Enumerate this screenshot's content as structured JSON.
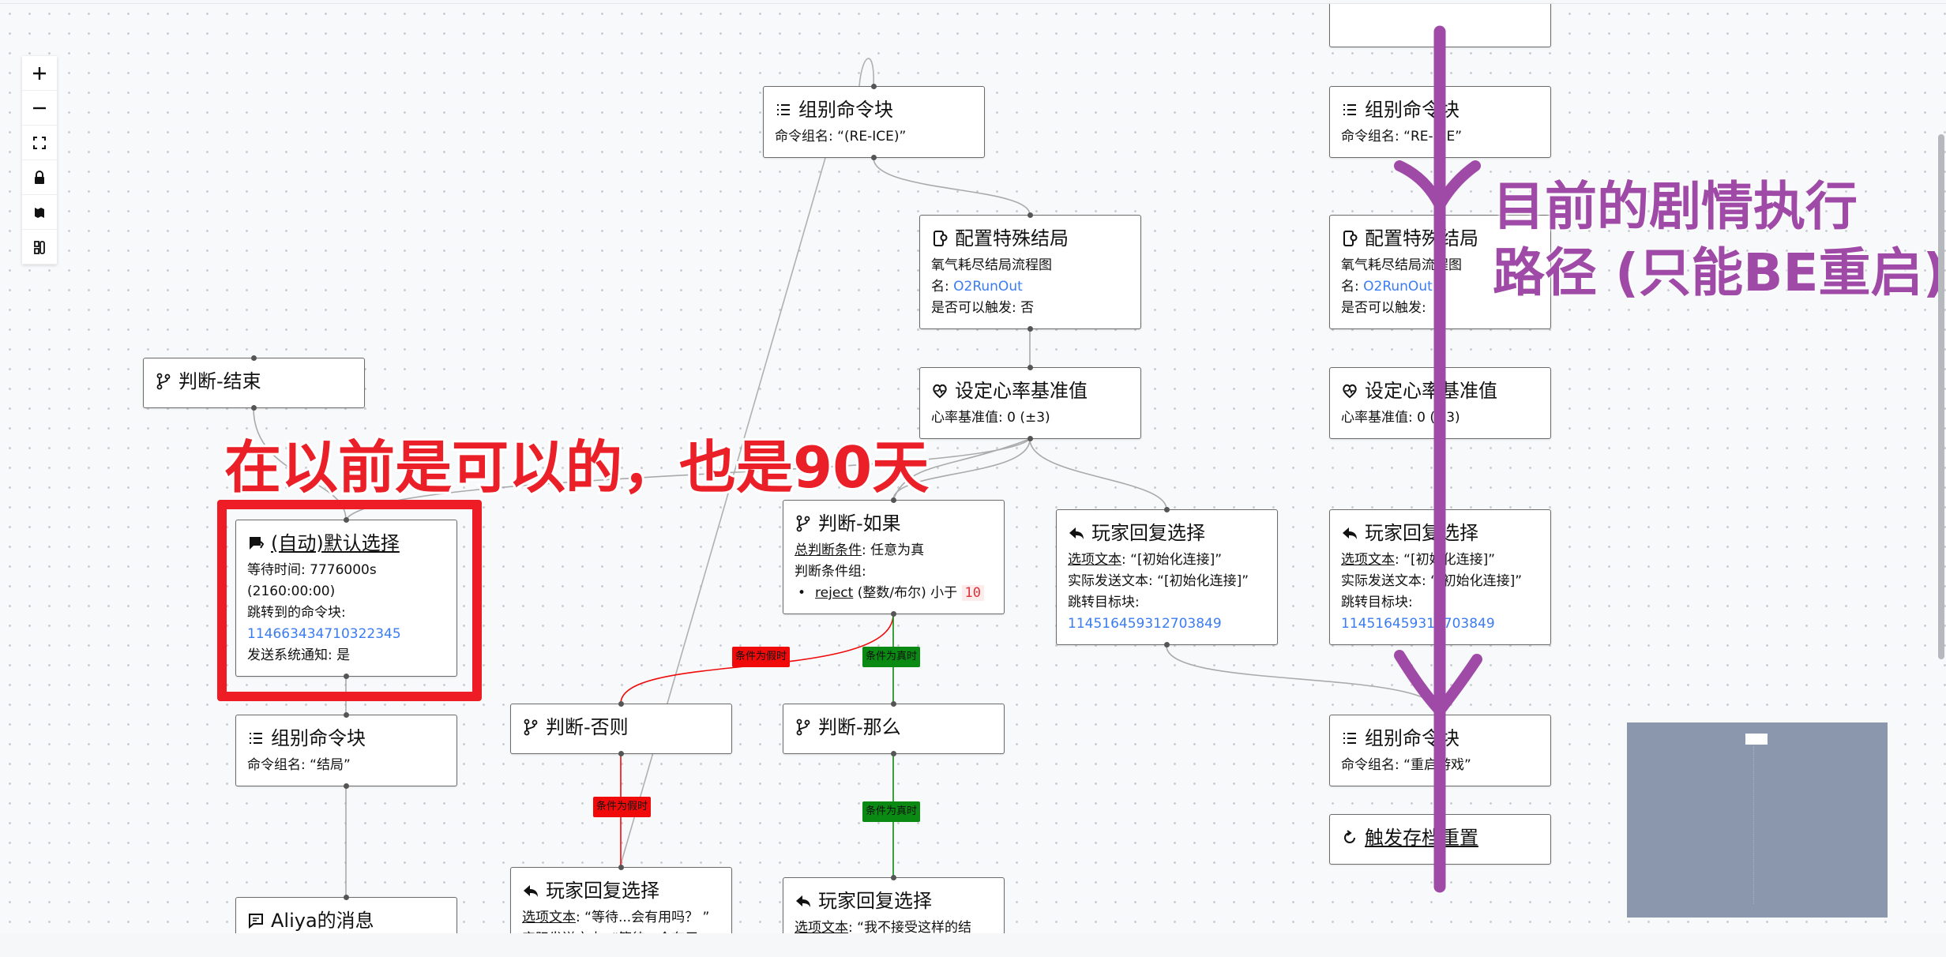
{
  "toolbar": {
    "items": [
      {
        "icon": "zoom-in-icon"
      },
      {
        "icon": "zoom-out-icon"
      },
      {
        "icon": "fit-view-icon"
      },
      {
        "icon": "lock-icon"
      },
      {
        "icon": "minimap-icon"
      },
      {
        "icon": "layout-icon"
      }
    ]
  },
  "nodes": {
    "group_reice": {
      "icon": "list-icon",
      "title": "组别命令块",
      "lines": [
        [
          {
            "t": "命令组名: “(RE-ICE)”"
          }
        ]
      ]
    },
    "special_ending": {
      "icon": "phone-gear-icon",
      "title": "配置特殊结局",
      "lines": [
        [
          {
            "t": "氧气耗尽结局流程图"
          }
        ],
        [
          {
            "t": "名: "
          },
          {
            "t": "O2RunOut",
            "s": "link"
          }
        ],
        [
          {
            "t": "是否可以触发: 否"
          }
        ]
      ]
    },
    "heart_rate": {
      "icon": "heart-pulse-icon",
      "title": "设定心率基准值",
      "lines": [
        [
          {
            "t": "心率基准值: 0 (±3)"
          }
        ]
      ]
    },
    "judge_end": {
      "icon": "branch-icon",
      "title": "判断-结束",
      "lines": []
    },
    "default_choice": {
      "icon": "flag-icon",
      "title": "(自动)默认选择",
      "underline": true,
      "lines": [
        [
          {
            "t": "等待时间: 7776000s"
          }
        ],
        [
          {
            "t": "(2160:00:00)"
          }
        ],
        [
          {
            "t": "跳转到的命令块:"
          }
        ],
        [
          {
            "t": "114663434710322345",
            "s": "link"
          }
        ],
        [
          {
            "t": "发送系统通知:  是"
          }
        ]
      ]
    },
    "group_ending": {
      "icon": "list-icon",
      "title": "组别命令块",
      "lines": [
        [
          {
            "t": "命令组名: “结局”"
          }
        ]
      ]
    },
    "aliya_message": {
      "icon": "message-icon",
      "title": "Aliya的消息",
      "lines": []
    },
    "judge_if": {
      "icon": "branch-icon",
      "title": "判断-如果",
      "lines": [
        [
          {
            "t": "总判断条件",
            "s": "u"
          },
          {
            "t": ": 任意为真"
          }
        ],
        [
          {
            "t": "判断条件组:"
          }
        ],
        [
          {
            "t": "reject",
            "s": "u",
            "bullet": true
          },
          {
            "t": " (整数/布尔) 小于  "
          },
          {
            "t": "10",
            "s": "code"
          }
        ]
      ]
    },
    "reply_init": {
      "icon": "reply-icon",
      "title": "玩家回复选择",
      "lines": [
        [
          {
            "t": "选项文本",
            "s": "u"
          },
          {
            "t": ": “[初始化连接]”"
          }
        ],
        [
          {
            "t": "实际发送文本: “[初始化连接]”"
          }
        ],
        [
          {
            "t": "跳转目标块:"
          }
        ],
        [
          {
            "t": "114516459312703849",
            "s": "link"
          }
        ]
      ]
    },
    "judge_else": {
      "icon": "branch-icon",
      "title": "判断-否则",
      "lines": []
    },
    "judge_then": {
      "icon": "branch-icon",
      "title": "判断-那么",
      "lines": []
    },
    "reply_wait": {
      "icon": "reply-icon",
      "title": "玩家回复选择",
      "lines": [
        [
          {
            "t": "选项文本",
            "s": "u"
          },
          {
            "t": ": “等待...会有用吗？ ”"
          }
        ],
        [
          {
            "t": "实际发送文本: “等待...会有用"
          }
        ]
      ]
    },
    "reply_refuse": {
      "icon": "reply-icon",
      "title": "玩家回复选择",
      "lines": [
        [
          {
            "t": "选项文本",
            "s": "u"
          },
          {
            "t": ": “我不接受这样的结"
          }
        ]
      ]
    },
    "group_reice_2": {
      "icon": "list-icon",
      "title": "组别命令块",
      "lines": [
        [
          {
            "t": "命令组名: “RE-ICE”"
          }
        ]
      ]
    },
    "special_ending_2": {
      "icon": "phone-gear-icon",
      "title": "配置特殊结局",
      "lines": [
        [
          {
            "t": "氧气耗尽结局流程图"
          }
        ],
        [
          {
            "t": "名: "
          },
          {
            "t": "O2RunOut",
            "s": "link"
          }
        ],
        [
          {
            "t": "是否可以触发: "
          }
        ]
      ]
    },
    "heart_rate_2": {
      "icon": "heart-pulse-icon",
      "title": "设定心率基准值",
      "lines": [
        [
          {
            "t": "心率基准值: 0 (±3)"
          }
        ]
      ]
    },
    "reply_init_2": {
      "icon": "reply-icon",
      "title": "玩家回复选择",
      "lines": [
        [
          {
            "t": "选项文本",
            "s": "u"
          },
          {
            "t": ": “[初始化连接]”"
          }
        ],
        [
          {
            "t": "实际发送文本: “[初始化连接]”"
          }
        ],
        [
          {
            "t": "跳转目标块:"
          }
        ],
        [
          {
            "t": "114516459312703849",
            "s": "link"
          }
        ]
      ]
    },
    "group_restart": {
      "icon": "list-icon",
      "title": "组别命令块",
      "lines": [
        [
          {
            "t": "命令组名: “重启游戏”"
          }
        ]
      ]
    },
    "save_reset": {
      "icon": "refresh-icon",
      "title": "触发存档重置",
      "underline": true,
      "lines": []
    }
  },
  "edge_labels": {
    "false_1": "条件为假时",
    "false_2": "条件为假时",
    "true_1": "条件为真时",
    "true_2": "条件为真时"
  },
  "annotations": {
    "red_note": "在以前是可以的，也是90天",
    "purple_note_1": "目前的剧情执行",
    "purple_note_2": "路径 (只能BE重启)"
  },
  "colors": {
    "annotation_red": "#ea1f28",
    "annotation_purple": "#a04aa8",
    "link": "#3b7cf0",
    "false_edge": "#f00a0a",
    "true_edge": "#0a8a12",
    "minimap": "#8b97ad"
  }
}
